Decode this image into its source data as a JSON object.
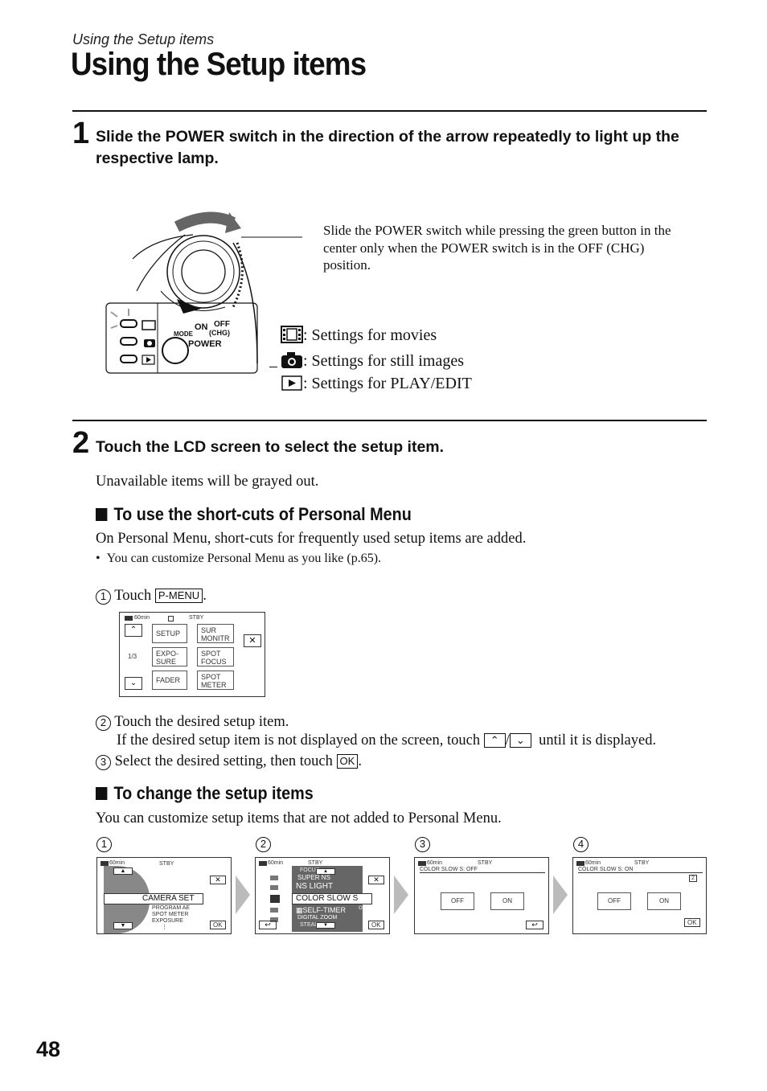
{
  "header": {
    "running": "Using the Setup items",
    "title": "Using the Setup items"
  },
  "step1": {
    "num": "1",
    "text": "Slide the POWER switch in the direction of the arrow repeatedly to light up the respective lamp.",
    "note": "Slide the POWER switch while pressing the green button in the center only when the POWER switch is in the OFF (CHG) position.",
    "dial": {
      "on": "ON",
      "off": "OFF",
      "chg": "(CHG)",
      "mode": "MODE",
      "power": "POWER"
    },
    "legend": [
      {
        "icon": "film-icon",
        "text": ": Settings for movies"
      },
      {
        "icon": "camera-icon",
        "text": ": Settings for still images"
      },
      {
        "icon": "play-icon",
        "text": ": Settings for PLAY/EDIT"
      }
    ]
  },
  "step2": {
    "num": "2",
    "text": "Touch the LCD screen to select the setup item.",
    "sub": "Unavailable items will be grayed out."
  },
  "personal": {
    "heading": "To use the short-cuts of Personal Menu",
    "intro": "On Personal Menu, short-cuts for frequently used setup items are added.",
    "bullet": "You can customize Personal Menu as you like (p.65).",
    "s1_num": "1",
    "s1_pre": "Touch",
    "s1_key": "P-MENU",
    "s1_post": ".",
    "s2_num": "2",
    "s2": "Touch the desired setup item.",
    "s2b_pre": "If the desired setup item is not displayed on the screen, touch",
    "s2b_sep": "/",
    "s2b_post": "until it is displayed.",
    "s3_num": "3",
    "s3_pre": "Select the desired setting, then touch",
    "s3_key": "OK",
    "s3_post": "."
  },
  "menu_screen": {
    "battery": "60min",
    "status": "STBY",
    "page": "1/3",
    "buttons": [
      "SETUP",
      "SUR MONITR",
      "EXPO- SURE",
      "SPOT FOCUS",
      "FADER",
      "SPOT METER"
    ]
  },
  "change": {
    "heading": "To change the setup items",
    "intro": "You can customize setup items that are not added to Personal Menu.",
    "labels": [
      "1",
      "2",
      "3",
      "4"
    ],
    "screen1": {
      "battery": "60min",
      "status": "STBY",
      "selected": "CAMERA SET",
      "items": [
        "PROGRAM AE",
        "SPOT METER",
        "EXPOSURE",
        "⋮"
      ],
      "ok": "OK"
    },
    "screen2": {
      "battery": "60min",
      "status": "STBY",
      "items": [
        "FOCUS",
        "SUPER NS",
        "NS LIGHT",
        "COLOR SLOW S",
        "SELF-TIMER",
        "DIGITAL ZOOM",
        "STEADY"
      ],
      "ok": "OK",
      "off": "OFF"
    },
    "screen3": {
      "battery": "60min",
      "status": "STBY",
      "title": "COLOR SLOW S: OFF",
      "off": "OFF",
      "on": "ON"
    },
    "screen4": {
      "battery": "60min",
      "status": "STBY",
      "title": "COLOR SLOW S: ON",
      "off": "OFF",
      "on": "ON",
      "ok": "OK",
      "badge": "2"
    }
  },
  "page_number": "48"
}
